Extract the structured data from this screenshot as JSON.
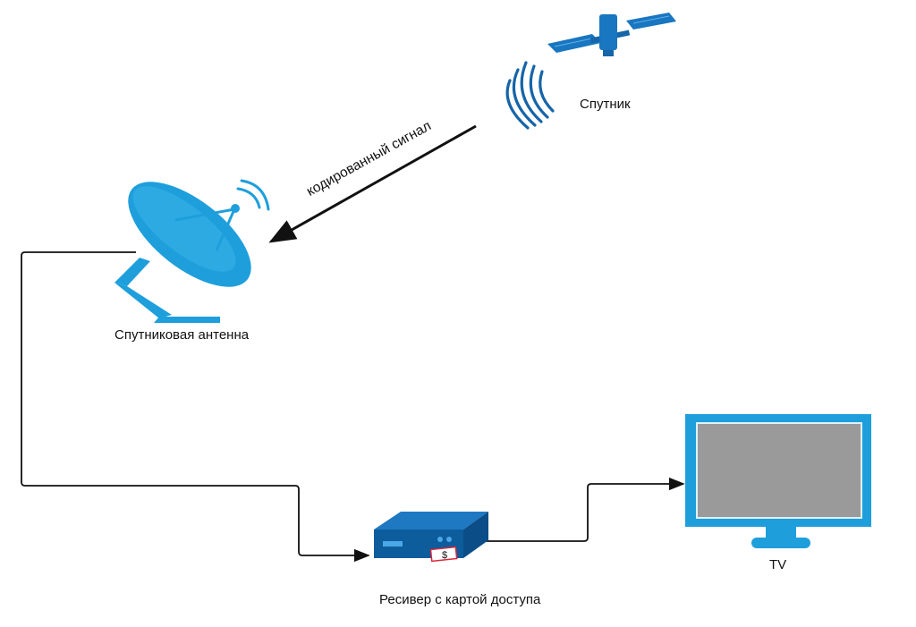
{
  "labels": {
    "satellite": "Спутник",
    "dish": "Спутниковая антенна",
    "receiver": "Ресивер с картой доступа",
    "tv": "TV",
    "signal": "кодированный сигнал",
    "card_symbol": "$"
  },
  "colors": {
    "accent": "#1e9fdc",
    "dark_blue": "#0d5c9c",
    "satellite_blue": "#1976c0",
    "line": "#111111",
    "screen": "#9a9a9a"
  },
  "icons": [
    "satellite-icon",
    "signal-waves-icon",
    "satellite-dish-icon",
    "receiver-icon",
    "access-card-icon",
    "tv-icon"
  ]
}
